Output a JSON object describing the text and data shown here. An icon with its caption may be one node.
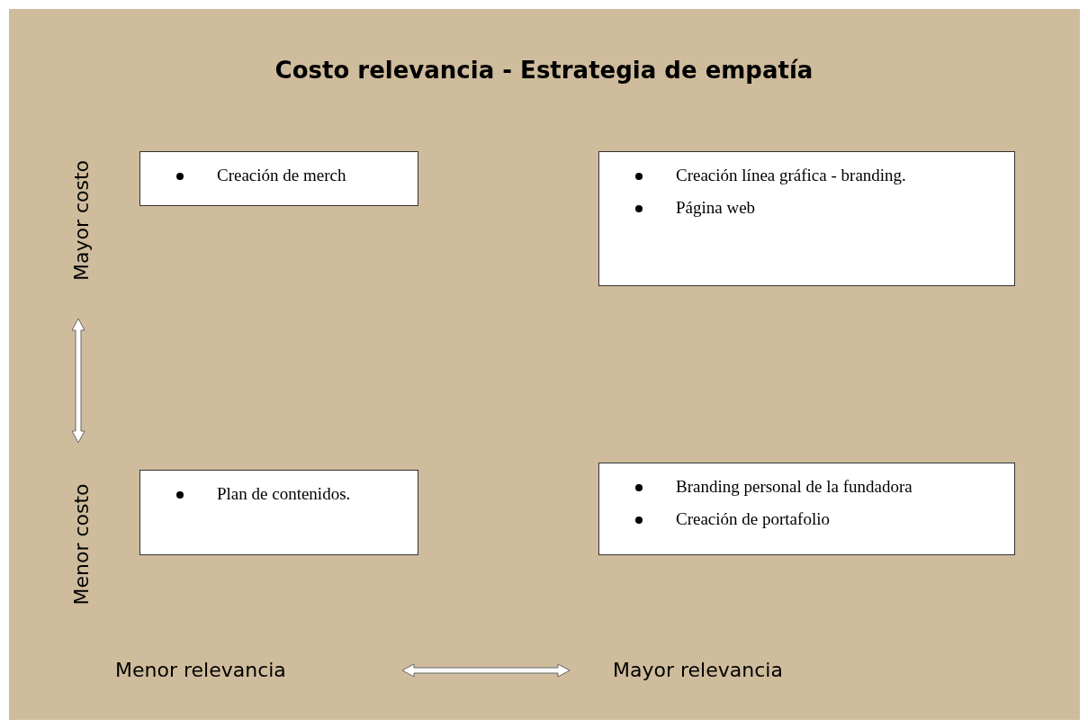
{
  "diagram": {
    "title": "Costo relevancia - Estrategia de empatía",
    "nodes": [
      {
        "text": [
          "Creación de merch"
        ]
      },
      {
        "text": [
          "Creación línea gráfica - branding.",
          "Página web"
        ]
      },
      {
        "text": [
          "Plan de contenidos."
        ]
      },
      {
        "text": [
          "Branding personal de la fundadora",
          "Creación de portafolio"
        ]
      }
    ],
    "edges": [],
    "labels": [
      "Mayor costo",
      "Menor costo",
      "Menor relevancia",
      "Mayor relevancia"
    ]
  }
}
